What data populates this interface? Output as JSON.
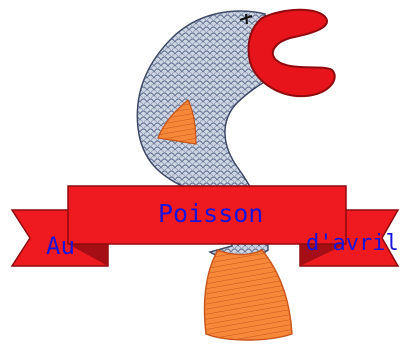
{
  "logo": {
    "icon": "fish-icon",
    "banner_left": "Au",
    "banner_center": "Poisson",
    "banner_right": "d'avril"
  },
  "colors": {
    "fish_body": "#c8d1e0",
    "fish_scales": "#5a6a86",
    "mouth": "#e8141c",
    "fins": "#f6883a",
    "banner": "#ee1a20",
    "banner_shadow": "#a40e14",
    "text": "#1a14d8"
  }
}
